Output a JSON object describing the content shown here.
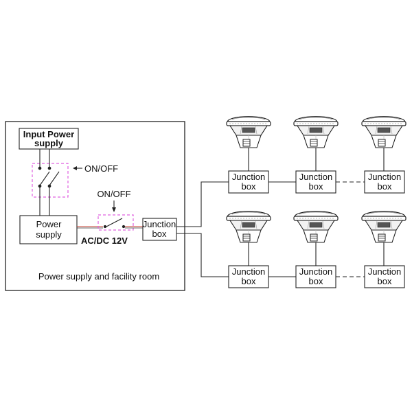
{
  "diagram": {
    "input_power_supply": {
      "line1": "Input Power",
      "line2": "supply"
    },
    "onoff_main": "ON/OFF",
    "onoff_secondary": "ON/OFF",
    "power_supply": {
      "line1": "Power",
      "line2": "supply"
    },
    "voltage_label": "AC/DC 12V",
    "room_junction": {
      "line1": "Junction",
      "line2": "box"
    },
    "room_caption": "Power supply and facility room",
    "junction_boxes": [
      {
        "line1": "Junction",
        "line2": "box"
      },
      {
        "line1": "Junction",
        "line2": "box"
      },
      {
        "line1": "Junction",
        "line2": "box"
      },
      {
        "line1": "Junction",
        "line2": "box"
      },
      {
        "line1": "Junction",
        "line2": "box"
      },
      {
        "line1": "Junction",
        "line2": "box"
      }
    ],
    "colors": {
      "line": "#222222",
      "dashed_box": "#e060e0",
      "ac_line": "#c0392b"
    }
  }
}
